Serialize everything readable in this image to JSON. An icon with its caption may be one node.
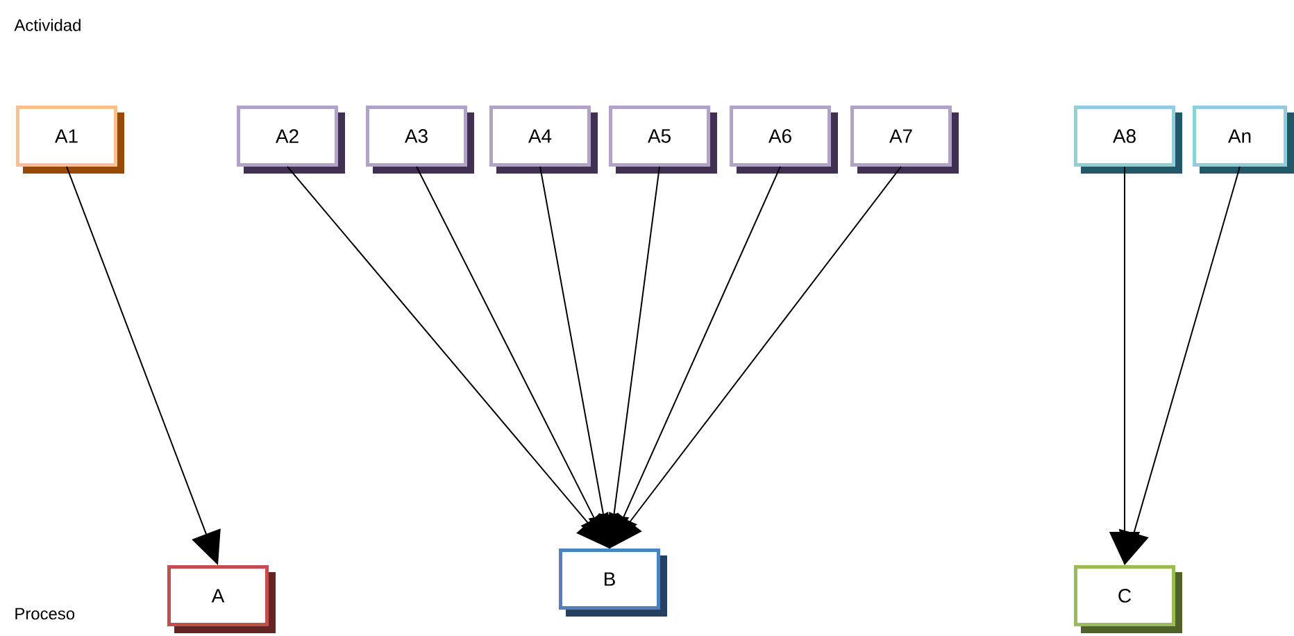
{
  "diagram": {
    "nodes": [
      {
        "text": [
          "A1"
        ]
      },
      {
        "text": [
          "A2"
        ]
      },
      {
        "text": [
          "A3"
        ]
      },
      {
        "text": [
          "A4"
        ]
      },
      {
        "text": [
          "A5"
        ]
      },
      {
        "text": [
          "A6"
        ]
      },
      {
        "text": [
          "A7"
        ]
      },
      {
        "text": [
          "A8"
        ]
      },
      {
        "text": [
          "An"
        ]
      },
      {
        "text": [
          "A"
        ]
      },
      {
        "text": [
          "B"
        ]
      },
      {
        "text": [
          "C"
        ]
      }
    ],
    "edges": [
      {
        "from": 0,
        "to": 9,
        "arrow": "to"
      },
      {
        "from": 1,
        "to": 10,
        "arrow": "to"
      },
      {
        "from": 2,
        "to": 10,
        "arrow": "to"
      },
      {
        "from": 3,
        "to": 10,
        "arrow": "to"
      },
      {
        "from": 4,
        "to": 10,
        "arrow": "to"
      },
      {
        "from": 5,
        "to": 10,
        "arrow": "to"
      },
      {
        "from": 6,
        "to": 10,
        "arrow": "to"
      },
      {
        "from": 7,
        "to": 11,
        "arrow": "to"
      },
      {
        "from": 8,
        "to": 11,
        "arrow": "to"
      }
    ],
    "labels": [
      "Actividad",
      "Proceso"
    ]
  }
}
